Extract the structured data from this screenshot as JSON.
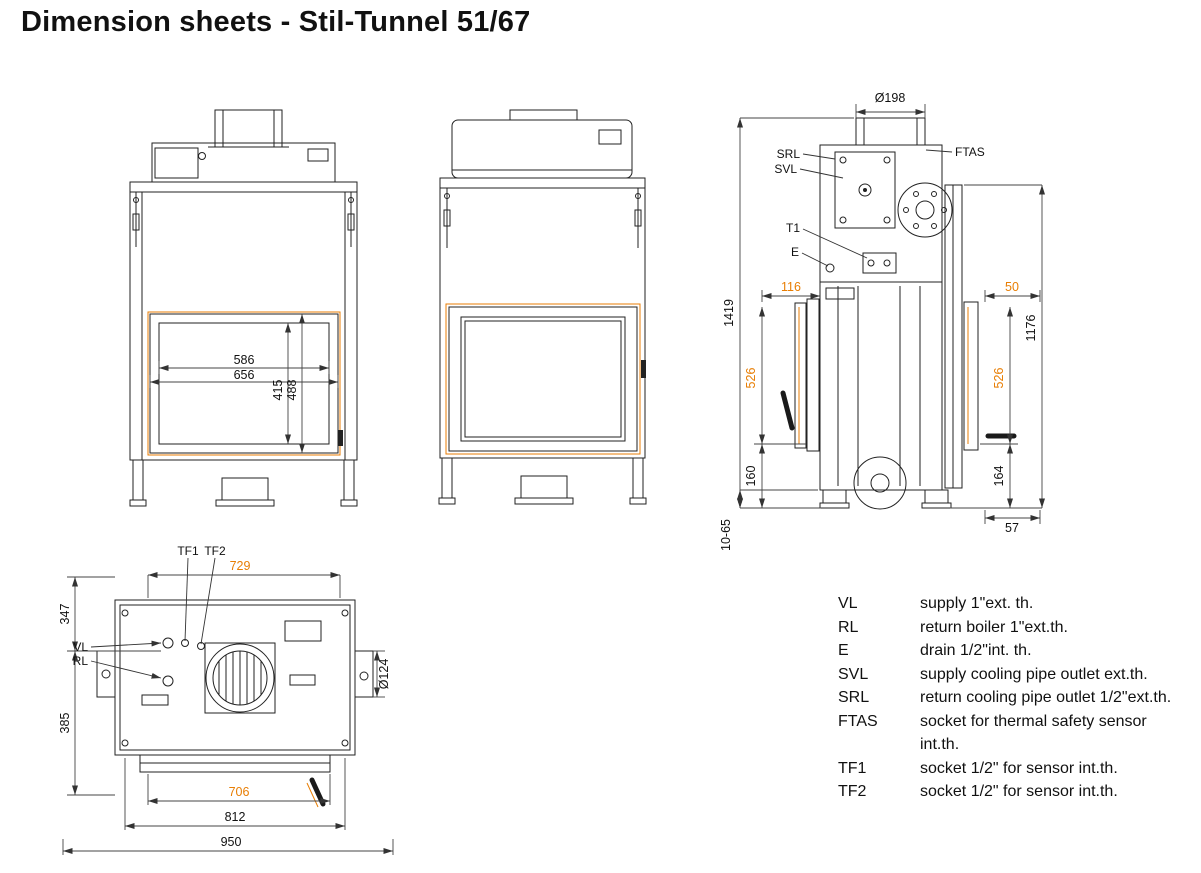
{
  "title": "Dimension sheets - Stil-Tunnel 51/67",
  "accent_color": "#e87e04",
  "front_view": {
    "dims": {
      "glass_width": "586",
      "frame_width": "656",
      "glass_height": "415",
      "frame_height": "488"
    }
  },
  "side_view": {
    "dims": {
      "flue_diameter": "Ø198",
      "total_height": "1419",
      "front_clearance": "116",
      "rear_clearance": "50",
      "rear_height": "1176",
      "door_height_front": "526",
      "door_height_rear": "526",
      "sill_height_front": "160",
      "sill_height_rear": "164",
      "rear_depth": "57",
      "foot_adjustment": "10-65"
    },
    "labels": {
      "srl": "SRL",
      "svl": "SVL",
      "ftas": "FTAS",
      "t1": "T1",
      "e": "E"
    }
  },
  "top_view": {
    "dims": {
      "body_width": "729",
      "depth_rear": "347",
      "depth_front": "385",
      "glass_width": "706",
      "frame_width": "812",
      "total_width": "950",
      "fan_diameter": "Ø124"
    },
    "labels": {
      "tf1": "TF1",
      "tf2": "TF2",
      "vl": "VL",
      "rl": "RL"
    }
  },
  "legend": {
    "items": [
      {
        "key": "VL",
        "desc": "supply 1\"ext. th."
      },
      {
        "key": "RL",
        "desc": "return boiler 1\"ext.th."
      },
      {
        "key": "E",
        "desc": "drain 1/2\"int. th."
      },
      {
        "key": "SVL",
        "desc": "supply cooling pipe outlet ext.th."
      },
      {
        "key": "SRL",
        "desc": "return cooling pipe outlet 1/2\"ext.th."
      },
      {
        "key": "FTAS",
        "desc": "socket for thermal safety sensor int.th."
      },
      {
        "key": "TF1",
        "desc": "socket 1/2\" for sensor int.th."
      },
      {
        "key": "TF2",
        "desc": "socket 1/2\" for sensor int.th."
      }
    ]
  }
}
